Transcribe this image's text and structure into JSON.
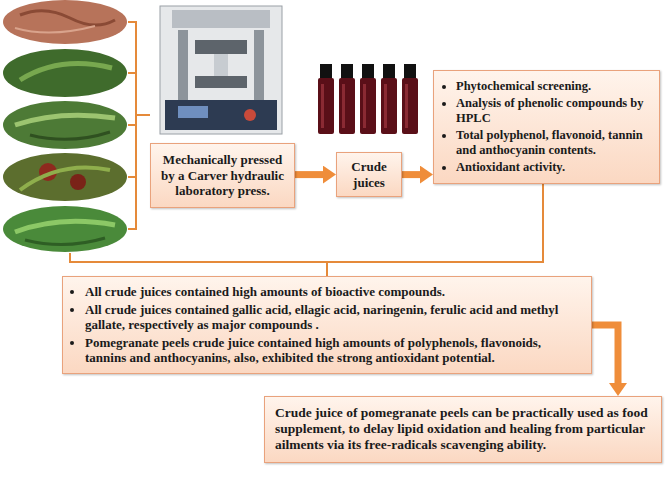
{
  "diagram": {
    "nodes": [
      {
        "text": [
          "Mechanically pressed by a Carver hydraulic laboratory press."
        ]
      },
      {
        "text": [
          "Crude juices"
        ]
      },
      {
        "text": [
          "Phytochemical screening.",
          "Analysis of phenolic compounds by HPLC",
          "Total polyphenol, flavonoid, tannin and anthocyanin contents.",
          "Antioxidant activity."
        ]
      },
      {
        "text": [
          "All crude juices contained high amounts of bioactive compounds.",
          "All crude juices contained gallic acid, ellagic acid, naringenin, ferulic acid and methyl gallate, respectively as major compounds .",
          "Pomegranate peels crude juice contained high amounts of polyphenols, flavonoids, tannins and anthocyanins, also, exhibited the strong antioxidant potential."
        ]
      },
      {
        "text": [
          "Crude juice of pomegranate peels can be practically used as food supplement, to delay lipid oxidation and healing from particular ailments via its free-radicals scavenging ability."
        ]
      }
    ],
    "edges": [
      {
        "from": 0,
        "to": 1,
        "arrow": "to"
      },
      {
        "from": 1,
        "to": 2,
        "arrow": "to"
      },
      {
        "from": 2,
        "to": 3,
        "arrow": "none"
      },
      {
        "from": 3,
        "to": 4,
        "arrow": "to"
      }
    ]
  }
}
